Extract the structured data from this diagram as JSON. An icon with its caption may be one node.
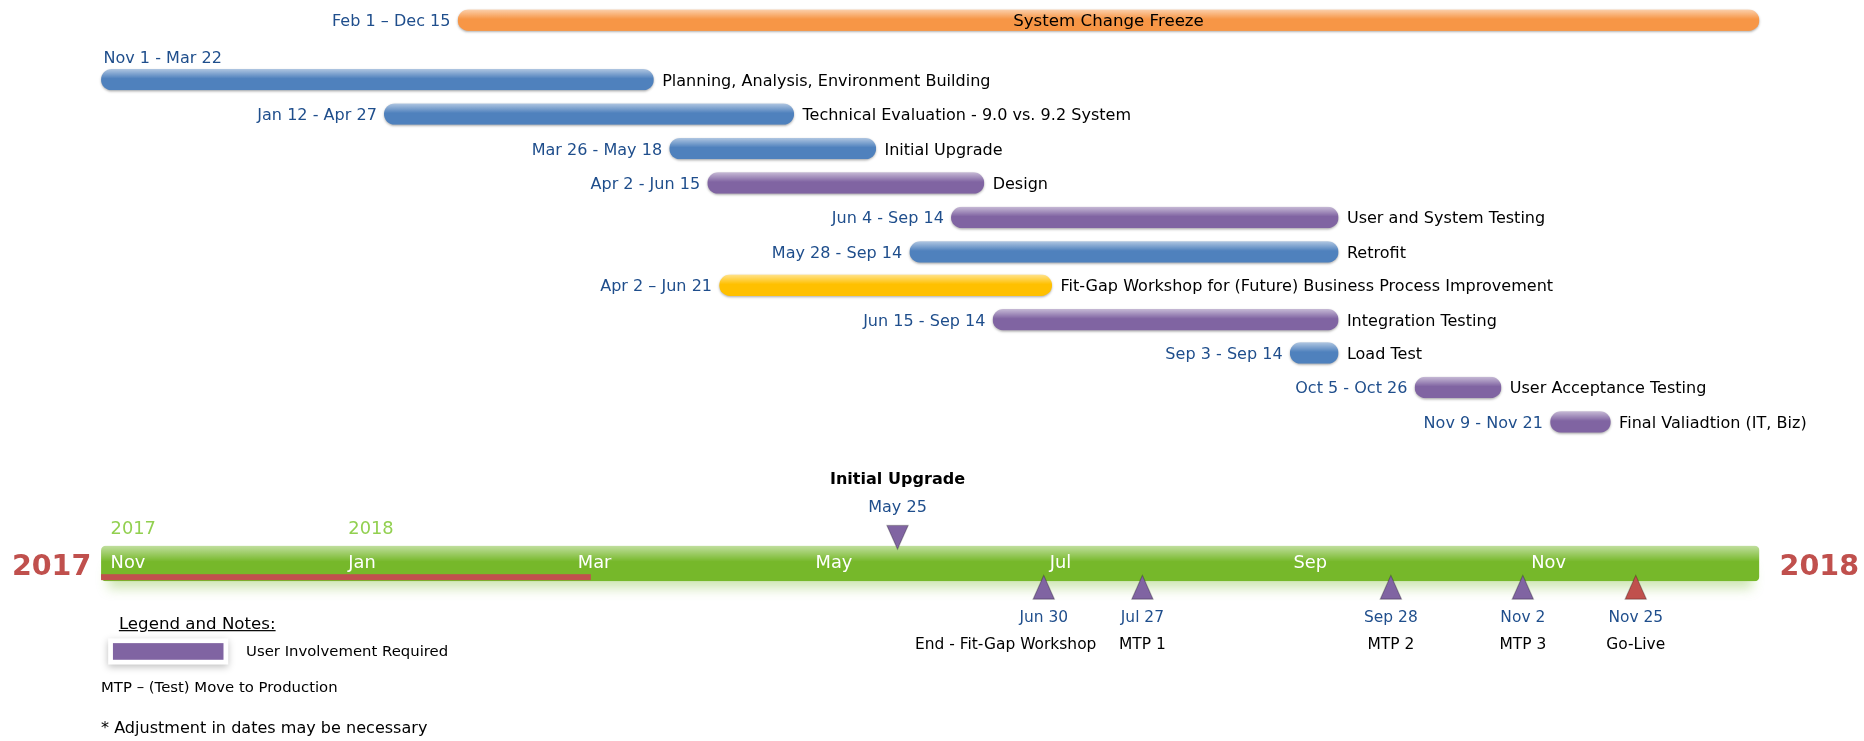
{
  "diagram": {
    "nodes": [
      {
        "text": [
          "System Change Freeze"
        ],
        "beside": [
          "Feb 1 – Dec 15"
        ]
      },
      {
        "text": [
          "Planning, Analysis, Environment Building"
        ],
        "beside": [
          "Nov 1 - Mar 22"
        ]
      },
      {
        "text": [
          "Technical Evaluation - 9.0 vs. 9.2 System"
        ],
        "beside": [
          "Jan 12 - Apr 27"
        ]
      },
      {
        "text": [
          "Initial Upgrade"
        ],
        "beside": [
          "Mar 26 - May 18"
        ]
      },
      {
        "text": [
          "Design"
        ],
        "beside": [
          "Apr 2 - Jun 15"
        ]
      },
      {
        "text": [
          "User and System Testing"
        ],
        "beside": [
          "Jun 4 - Sep 14"
        ]
      },
      {
        "text": [
          "Retrofit"
        ],
        "beside": [
          "May 28 - Sep 14"
        ]
      },
      {
        "text": [
          "Fit-Gap Workshop for (Future) Business Process Improvement"
        ],
        "beside": [
          "Apr 2 – Jun 21"
        ]
      },
      {
        "text": [
          "Integration Testing"
        ],
        "beside": [
          "Jun 15 - Sep 14"
        ]
      },
      {
        "text": [
          "Load Test"
        ],
        "beside": [
          "Sep 3 - Sep 14"
        ]
      },
      {
        "text": [
          "User Acceptance Testing"
        ],
        "beside": [
          "Oct 5 - Oct 26"
        ]
      },
      {
        "text": [
          "Final Valiadtion (IT, Biz)"
        ],
        "beside": [
          "Nov 9 - Nov 21"
        ]
      },
      {
        "text": [
          "Nov",
          "Jan",
          "Mar",
          "May",
          "Jul",
          "Sep",
          "Nov"
        ]
      },
      {
        "text": [],
        "shape": "bar",
        "in": 12
      },
      {
        "text": [
          "Initial Upgrade",
          "May 25"
        ]
      },
      {
        "text": [
          "Jun 30",
          "End - Fit-Gap Workshop"
        ]
      },
      {
        "text": [
          "Jul 27",
          "MTP 1"
        ]
      },
      {
        "text": [
          "Sep 28",
          "MTP 2"
        ]
      },
      {
        "text": [
          "Nov 2",
          "MTP 3"
        ]
      },
      {
        "text": [
          "Nov 25",
          "Go-Live"
        ]
      }
    ],
    "labels": [
      "2017",
      "2018",
      "2017",
      "2018",
      "Legend and Notes:",
      "MTP – (Test) Move to Production",
      "* Adjustment in dates may be necessary"
    ],
    "legend": [
      {
        "text": "User Involvement Required",
        "color": "#8064a2"
      }
    ]
  }
}
